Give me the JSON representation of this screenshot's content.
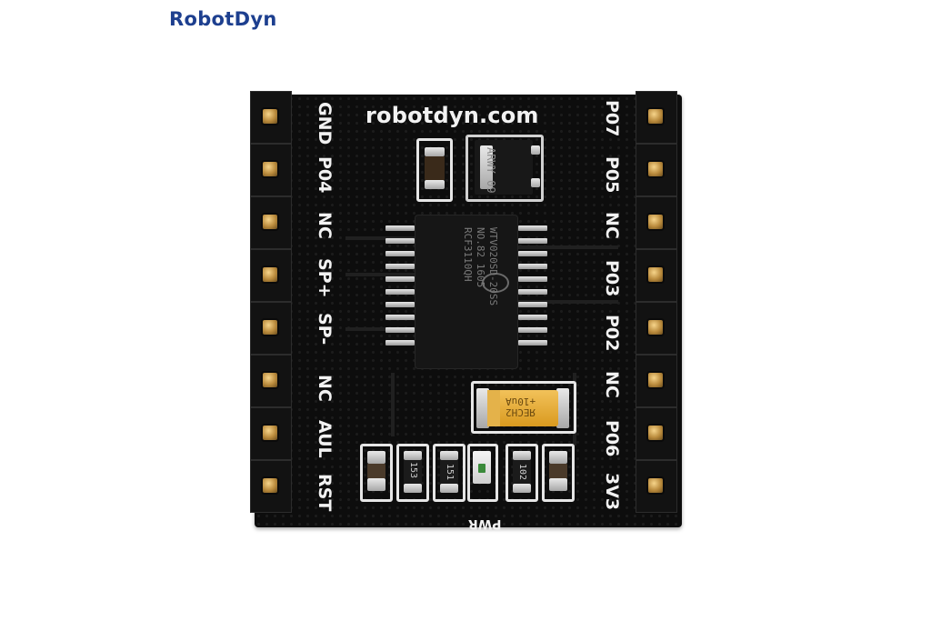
{
  "brand": "RobotDyn",
  "board": {
    "url": "robotdyn.com",
    "left_labels": [
      "GND",
      "P04",
      "NC",
      "SP+",
      "SP-",
      "NC",
      "AUL",
      "RST"
    ],
    "right_labels": [
      "P07",
      "P05",
      "NC",
      "P03",
      "P02",
      "NC",
      "P06",
      "3V3"
    ],
    "chip_lines": [
      "WTV020SD-20SS",
      "NO.82 1605",
      "RCF3110QH"
    ],
    "regulator_marking": "ARWY 09",
    "capacitor_marking": [
      "ЯЕCH2",
      "+10uA"
    ],
    "resistors": [
      "153",
      "151",
      "102"
    ],
    "pwr_label": "PWR"
  },
  "colors": {
    "brand": "#1d3f8f",
    "pcb": "#0d0d0d",
    "silkscreen": "#f2f2f2",
    "capacitor": "#e3a72f",
    "gold_pin": "#c89a4a"
  }
}
